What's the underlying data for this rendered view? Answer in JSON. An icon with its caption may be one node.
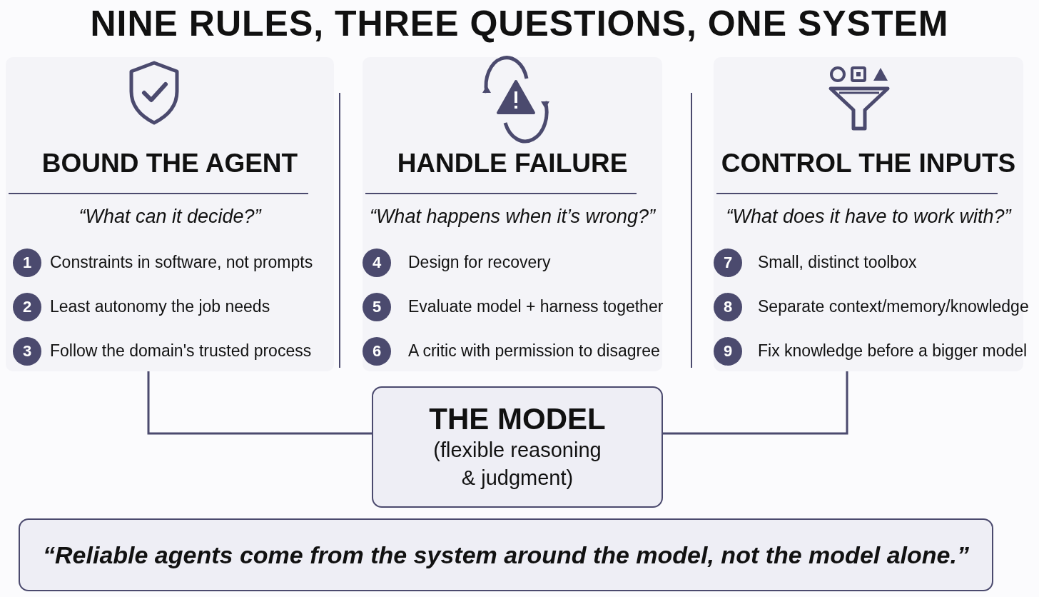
{
  "diagram": {
    "title": "NINE RULES, THREE QUESTIONS, ONE SYSTEM",
    "nodes": [
      {
        "text": [
          "BOUND THE AGENT",
          "“What can it decide?”"
        ]
      },
      {
        "text": [
          "1"
        ],
        "beside": [
          "Constraints in software, not prompts"
        ],
        "in": 0
      },
      {
        "text": [
          "2"
        ],
        "beside": [
          "Least autonomy the job needs"
        ],
        "in": 0
      },
      {
        "text": [
          "3"
        ],
        "beside": [
          "Follow the domain's trusted process"
        ],
        "in": 0
      },
      {
        "text": [
          "HANDLE FAILURE",
          "“What happens when it’s wrong?”"
        ]
      },
      {
        "text": [
          "4"
        ],
        "beside": [
          "Design for recovery"
        ],
        "in": 4
      },
      {
        "text": [
          "5"
        ],
        "beside": [
          "Evaluate model + harness together"
        ],
        "in": 4
      },
      {
        "text": [
          "6"
        ],
        "beside": [
          "A critic with permission to disagree"
        ],
        "in": 4
      },
      {
        "text": [
          "CONTROL THE INPUTS",
          "“What does it have to work with?”"
        ]
      },
      {
        "text": [
          "7"
        ],
        "beside": [
          "Small, distinct toolbox"
        ],
        "in": 8
      },
      {
        "text": [
          "8"
        ],
        "beside": [
          "Separate context/memory/knowledge"
        ],
        "in": 8
      },
      {
        "text": [
          "9"
        ],
        "beside": [
          "Fix knowledge before a bigger model"
        ],
        "in": 8
      },
      {
        "text": [
          "THE MODEL",
          "(flexible reasoning & judgment)"
        ]
      },
      {
        "text": [
          "“Reliable agents come from the system around the model, not the model alone.”"
        ]
      }
    ],
    "edges": [
      {
        "from": 0,
        "to": 12,
        "arrow": "none"
      },
      {
        "from": 8,
        "to": 12,
        "arrow": "none"
      }
    ]
  }
}
